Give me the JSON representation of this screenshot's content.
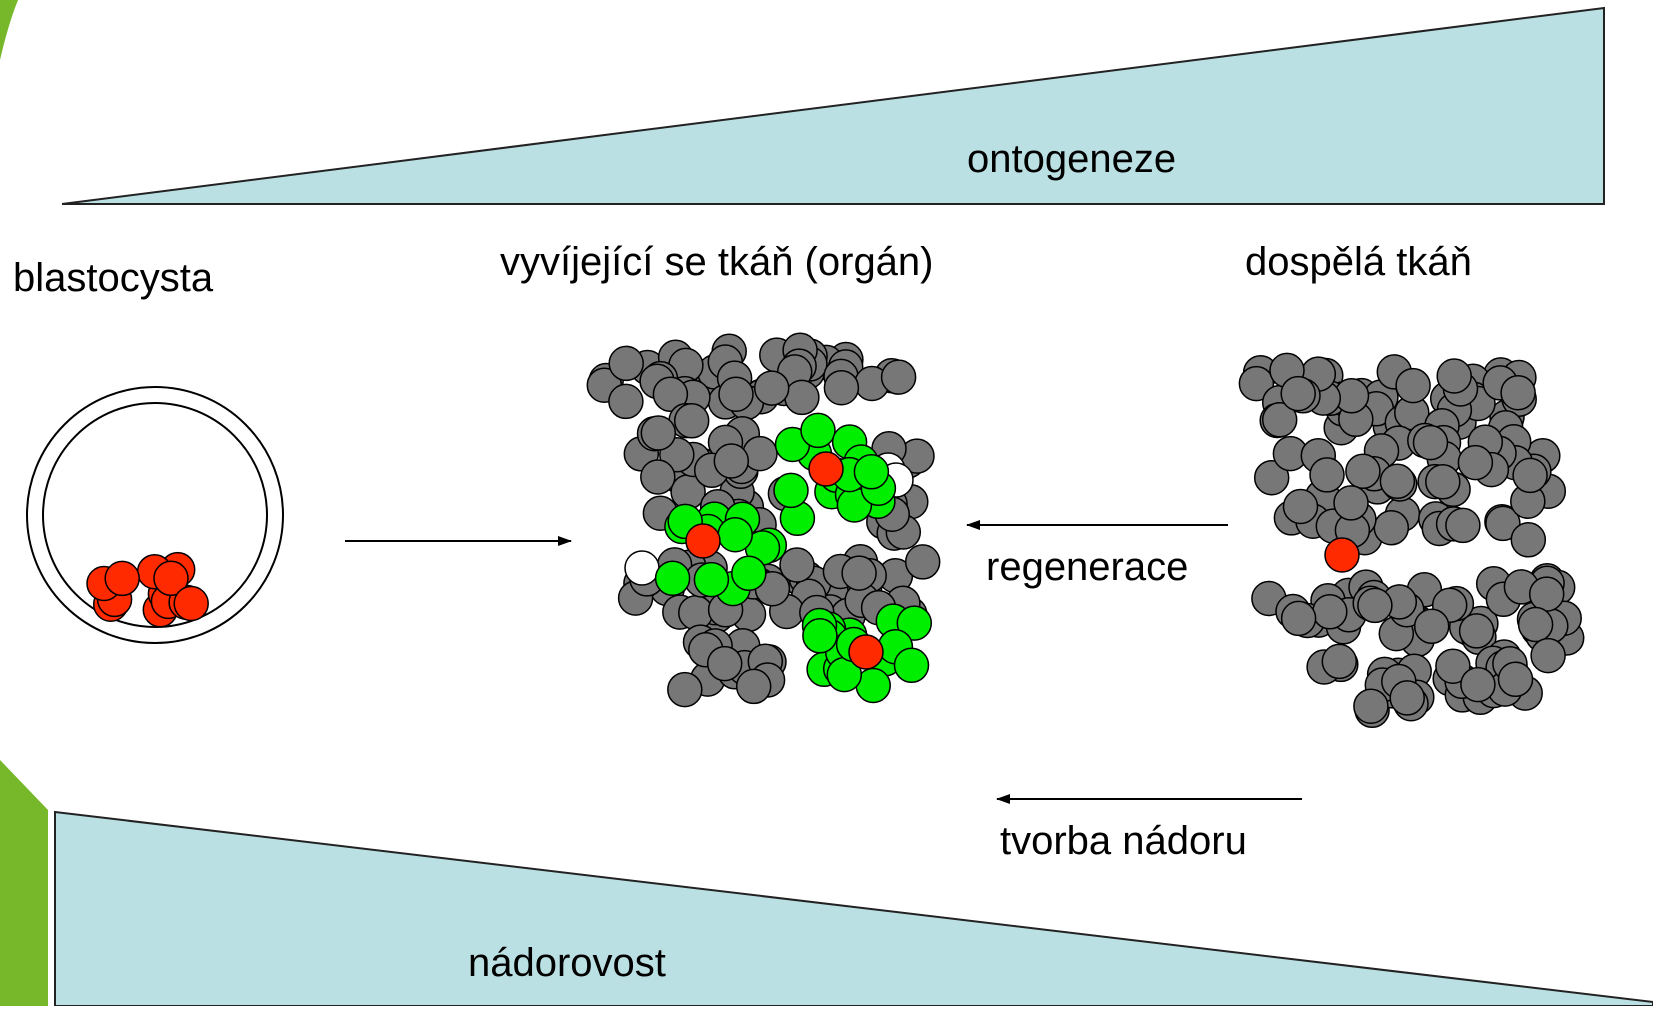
{
  "labels": {
    "ontogeny": "ontogeneze",
    "blastocyst": "blastocysta",
    "developing_tissue": "vyvíjející se tkáň (orgán)",
    "adult_tissue": "dospělá tkáň",
    "regeneration": "regenerace",
    "tumor_formation": "tvorba nádoru",
    "tumorigenicity": "nádorovost"
  },
  "colors": {
    "wedge_fill": "#bbe0e3",
    "stem_cell": "#ff2a00",
    "progenitor_cell": "#00ee00",
    "differentiated_cell": "#777777",
    "empty_cell": "#ffffff",
    "slide_accent": "#76b82a"
  }
}
